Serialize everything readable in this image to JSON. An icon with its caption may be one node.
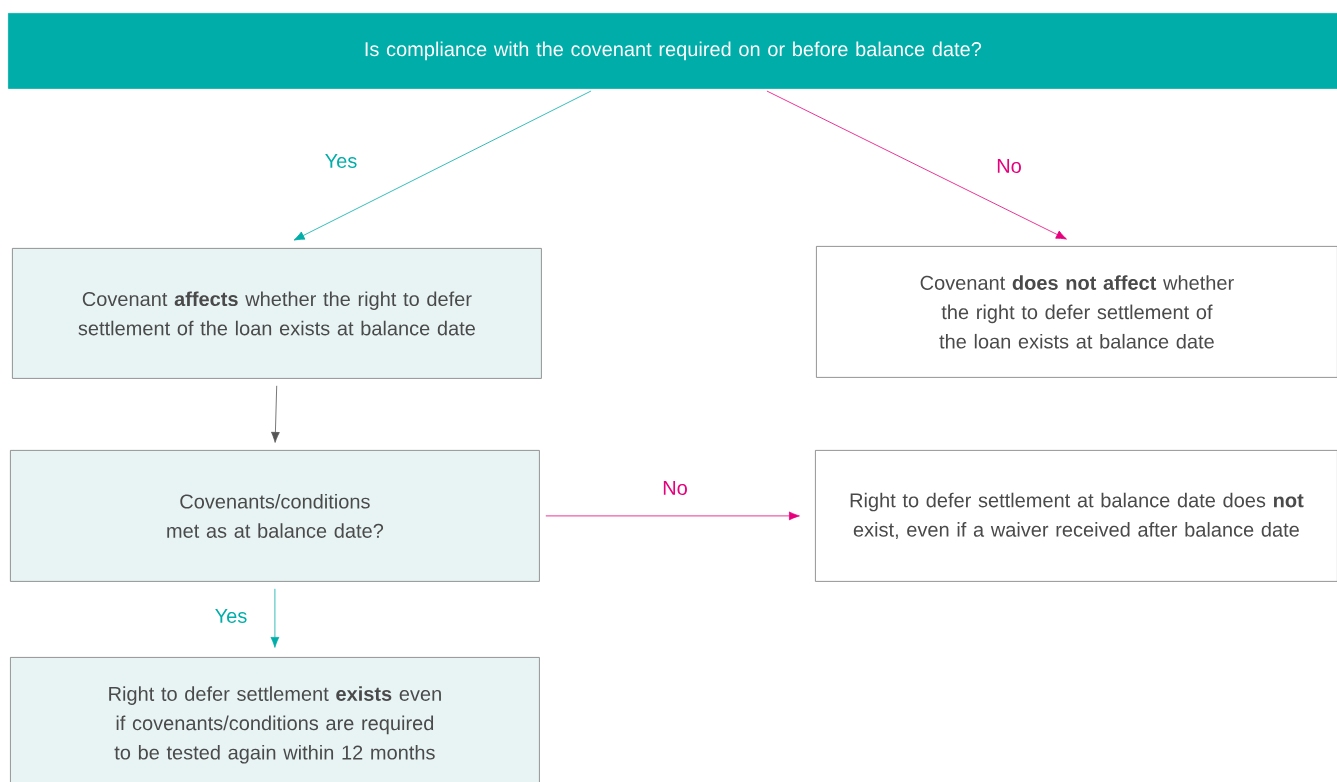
{
  "diagram": {
    "nodes": [
      {
        "text": [
          "Is compliance with the covenant required on or before balance date?"
        ]
      },
      {
        "text": [
          "Covenant **affects** whether the right to defer settlement of the loan exists at balance date"
        ]
      },
      {
        "text": [
          "Covenant **does not affect** whether the right to defer settlement of the loan exists at balance date"
        ]
      },
      {
        "text": [
          "Covenants/conditions met as at balance date?"
        ]
      },
      {
        "text": [
          "Right to defer settlement at balance date does **not** exist, even if a waiver received after balance date"
        ]
      },
      {
        "text": [
          "Right to defer settlement **exists** even if covenants/conditions are required to be tested again within 12 months"
        ]
      }
    ],
    "edges": [
      {
        "from": 0,
        "to": 1,
        "arrow": "to",
        "label": "Yes",
        "color": "#00ada9"
      },
      {
        "from": 0,
        "to": 2,
        "arrow": "to",
        "label": "No",
        "color": "#e6007e"
      },
      {
        "from": 1,
        "to": 3,
        "arrow": "to",
        "color": "#555555"
      },
      {
        "from": 3,
        "to": 4,
        "arrow": "to",
        "label": "No",
        "color": "#e6007e"
      },
      {
        "from": 3,
        "to": 5,
        "arrow": "to",
        "label": "Yes",
        "color": "#00ada9"
      }
    ]
  }
}
